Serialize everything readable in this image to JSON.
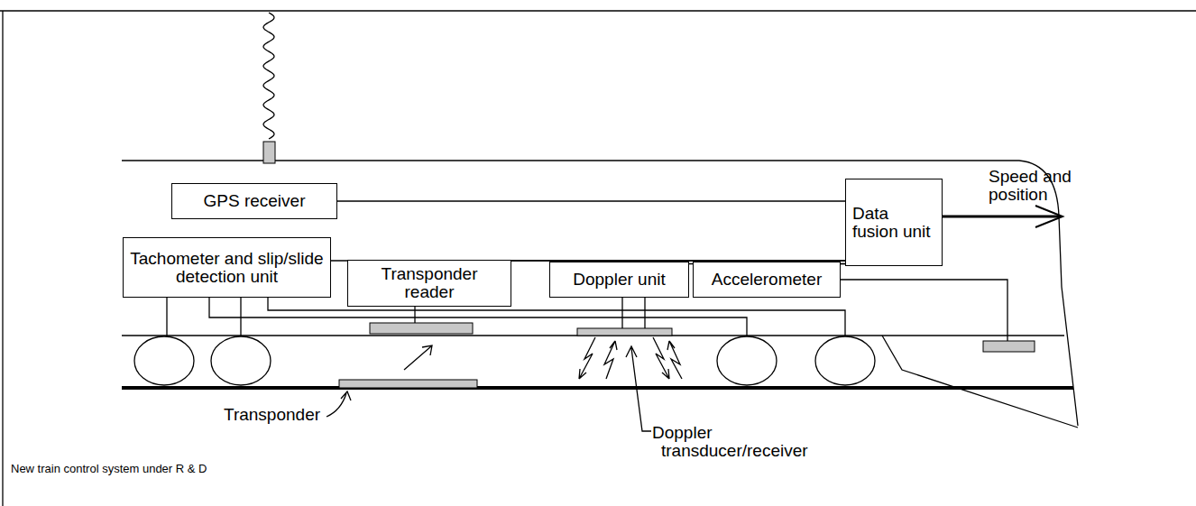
{
  "diagram": {
    "caption": "New train control system under R & D",
    "nodes": [
      {
        "text": [
          "GPS receiver"
        ]
      },
      {
        "text": [
          "Data fusion unit"
        ]
      },
      {
        "text": [
          "Tachometer and slip/slide detection unit"
        ]
      },
      {
        "text": [
          "Transponder reader"
        ]
      },
      {
        "text": [
          "Doppler unit"
        ]
      },
      {
        "text": [
          "Accelerometer"
        ]
      }
    ],
    "edges": [
      {
        "from": 0,
        "to": 1,
        "arrow": "none"
      },
      {
        "from": 2,
        "to": 1,
        "arrow": "none"
      },
      {
        "from": 3,
        "to": 1,
        "arrow": "none"
      },
      {
        "from": 4,
        "to": 1,
        "arrow": "none"
      },
      {
        "from": 5,
        "to": 1,
        "arrow": "none"
      }
    ],
    "labels": [
      "Speed and position",
      "Transponder",
      "Doppler transducer/receiver"
    ]
  }
}
